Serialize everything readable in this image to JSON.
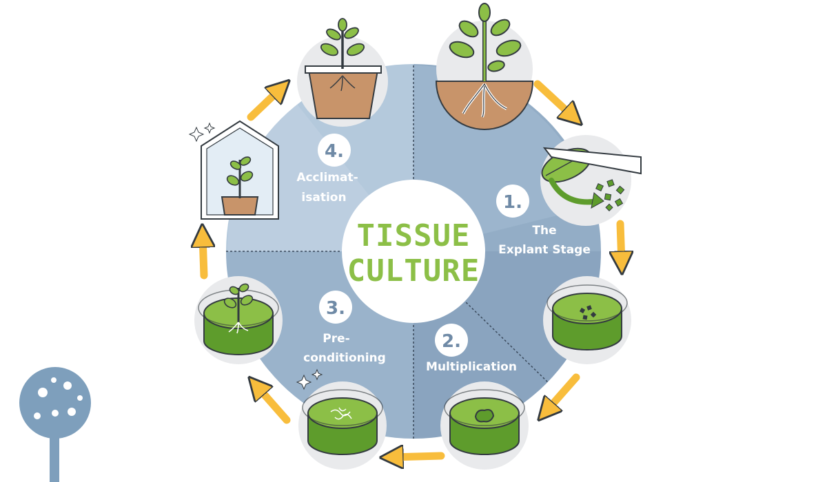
{
  "title": {
    "line1": "TISSUE",
    "line2": "CULTURE"
  },
  "stages": [
    {
      "number": "1.",
      "label_lines": [
        "The",
        "Explant Stage"
      ]
    },
    {
      "number": "2.",
      "label_lines": [
        "Multiplication"
      ]
    },
    {
      "number": "3.",
      "label_lines": [
        "Pre-",
        "conditioning"
      ]
    },
    {
      "number": "4.",
      "label_lines": [
        "Acclimat-",
        "isation"
      ]
    }
  ],
  "colors": {
    "quadrant_1": "#93adc6",
    "quadrant_2": "#8aa4bf",
    "quadrant_3": "#9ab3cb",
    "quadrant_4": "#b4c9dc",
    "arrow": "#f8bd3c",
    "medium_green": "#8cbf47",
    "dark_green": "#5e9c2c",
    "soil": "#c8946a",
    "outline": "#333a40",
    "logo": "#7e9fbc"
  },
  "icons": [
    "mother-plant-icon",
    "cut-leaf-icon",
    "petri-dish-explants-icon",
    "petri-dish-callus-icon",
    "petri-dish-roots-icon",
    "petri-dish-plantlet-icon",
    "greenhouse-icon",
    "potted-plant-icon",
    "tree-logo-icon"
  ]
}
